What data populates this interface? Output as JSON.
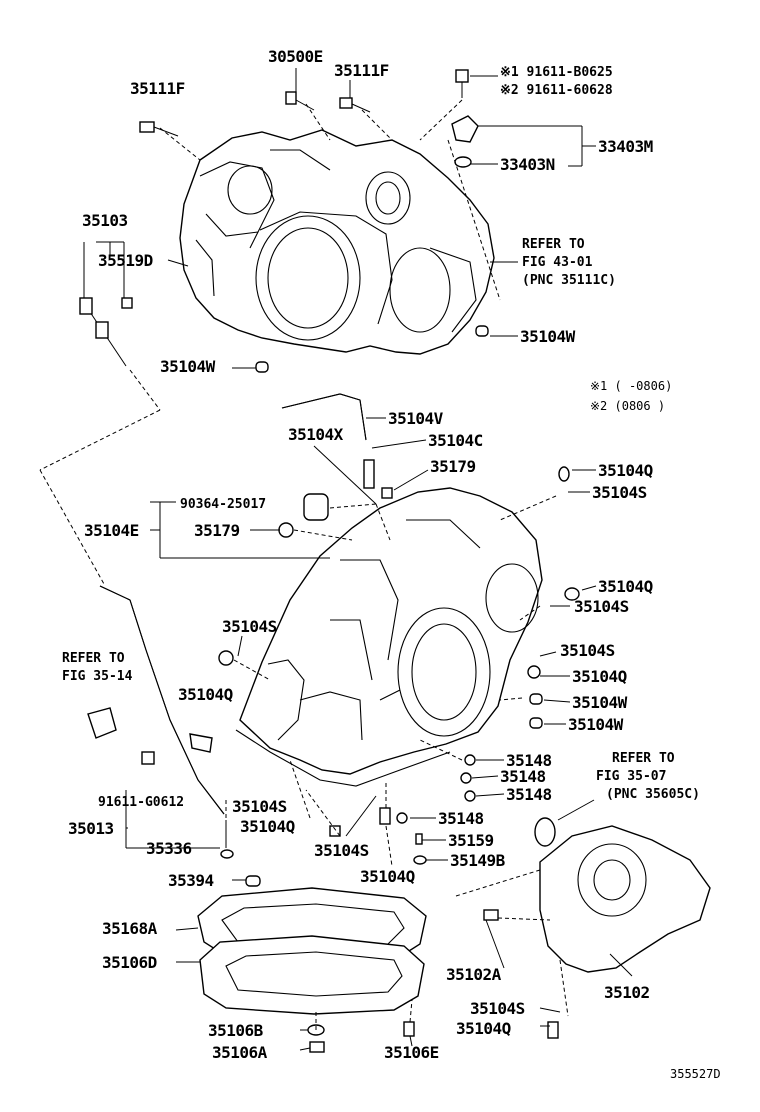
{
  "labels": {
    "l_30500E": "30500E",
    "l_35111F_a": "35111F",
    "l_35111F_b": "35111F",
    "l_m1": "※1 91611-B0625",
    "l_m2": "※2 91611-60628",
    "l_33403M": "33403M",
    "l_33403N": "33403N",
    "l_35103": "35103",
    "l_35519D": "35519D",
    "l_ref1a": "REFER TO",
    "l_ref1b": "FIG 43-01",
    "l_ref1c": "(PNC 35111C)",
    "l_35104W_a": "35104W",
    "l_35104W_b": "35104W",
    "l_note1": "※1 (     -0806)",
    "l_note2": "※2 (0806        )",
    "l_35104V": "35104V",
    "l_35104X": "35104X",
    "l_35104C": "35104C",
    "l_35179_a": "35179",
    "l_35104Q_a": "35104Q",
    "l_35104S_a": "35104S",
    "l_90364": "90364-25017",
    "l_35104E": "35104E",
    "l_35179_b": "35179",
    "l_35104Q_b": "35104Q",
    "l_35104S_b": "35104S",
    "l_35104S_c": "35104S",
    "l_ref2a": "REFER TO",
    "l_ref2b": "FIG 35-14",
    "l_35104S_d": "35104S",
    "l_35104Q_c": "35104Q",
    "l_35104Q_d": "35104Q",
    "l_35104W_c": "35104W",
    "l_35104W_d": "35104W",
    "l_35148_a": "35148",
    "l_35148_b": "35148",
    "l_35148_c": "35148",
    "l_ref3a": "REFER TO",
    "l_ref3b": "FIG 35-07",
    "l_ref3c": "(PNC 35605C)",
    "l_91611G": "91611-G0612",
    "l_35104S_e": "35104S",
    "l_35104Q_e": "35104Q",
    "l_35013": "35013",
    "l_35148_d": "35148",
    "l_35159": "35159",
    "l_35336": "35336",
    "l_35104S_f": "35104S",
    "l_35149B": "35149B",
    "l_35104Q_f": "35104Q",
    "l_35394": "35394",
    "l_35168A": "35168A",
    "l_35106D": "35106D",
    "l_35102A": "35102A",
    "l_35102": "35102",
    "l_35104S_g": "35104S",
    "l_35104Q_g": "35104Q",
    "l_35106B": "35106B",
    "l_35106A": "35106A",
    "l_35106E": "35106E",
    "l_fig": "355527D"
  }
}
